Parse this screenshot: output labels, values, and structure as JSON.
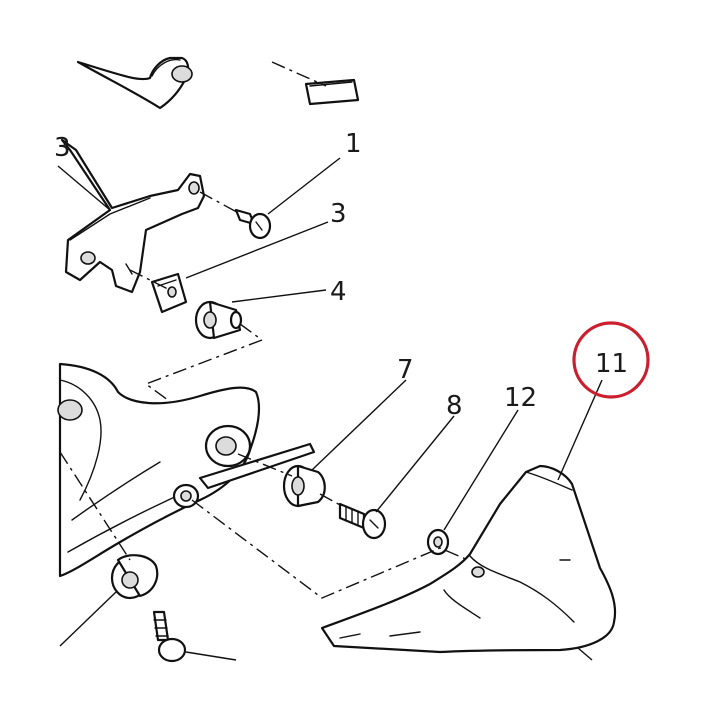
{
  "callouts": {
    "c1": "1",
    "c3": "3",
    "c4": "4",
    "c7": "7",
    "c8": "8",
    "c12": "12",
    "c11": "11"
  },
  "colors": {
    "highlight": "#cc1f2d",
    "line": "#111111",
    "background": "#ffffff"
  }
}
